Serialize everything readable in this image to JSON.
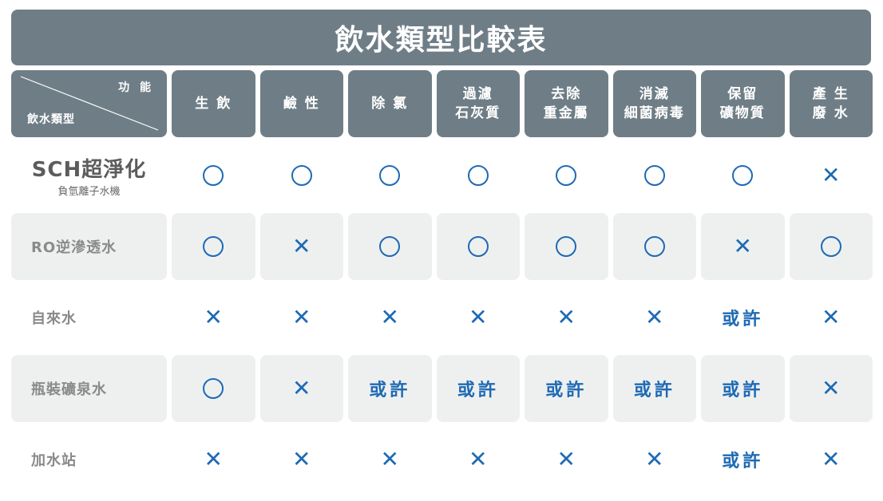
{
  "title": "飲水類型比較表",
  "corner": {
    "function_label": "功 能",
    "type_label": "飲水類型"
  },
  "columns": [
    "生 飲",
    "鹼 性",
    "除 氯",
    "過濾\n石灰質",
    "去除\n重金屬",
    "消滅\n細菌病毒",
    "保留\n礦物質",
    "產 生\n廢 水"
  ],
  "rows": [
    {
      "label": "SCH超淨化",
      "sublabel": "負氫離子水機",
      "is_logo": true,
      "values": [
        "O",
        "O",
        "O",
        "O",
        "O",
        "O",
        "O",
        "X"
      ]
    },
    {
      "label": "RO逆滲透水",
      "values": [
        "O",
        "X",
        "O",
        "O",
        "O",
        "O",
        "X",
        "O"
      ]
    },
    {
      "label": "自來水",
      "values": [
        "X",
        "X",
        "X",
        "X",
        "X",
        "X",
        "或許",
        "X"
      ]
    },
    {
      "label": "瓶裝礦泉水",
      "values": [
        "O",
        "X",
        "或許",
        "或許",
        "或許",
        "或許",
        "或許",
        "X"
      ]
    },
    {
      "label": "加水站",
      "values": [
        "X",
        "X",
        "X",
        "X",
        "X",
        "X",
        "或許",
        "X"
      ]
    }
  ],
  "symbols": {
    "O": "circle-icon",
    "X": "cross-icon",
    "x_glyph": "✕"
  },
  "colors": {
    "header": "#6f7e86",
    "mark": "#1e6ab4",
    "shade": "#eef0f0"
  }
}
